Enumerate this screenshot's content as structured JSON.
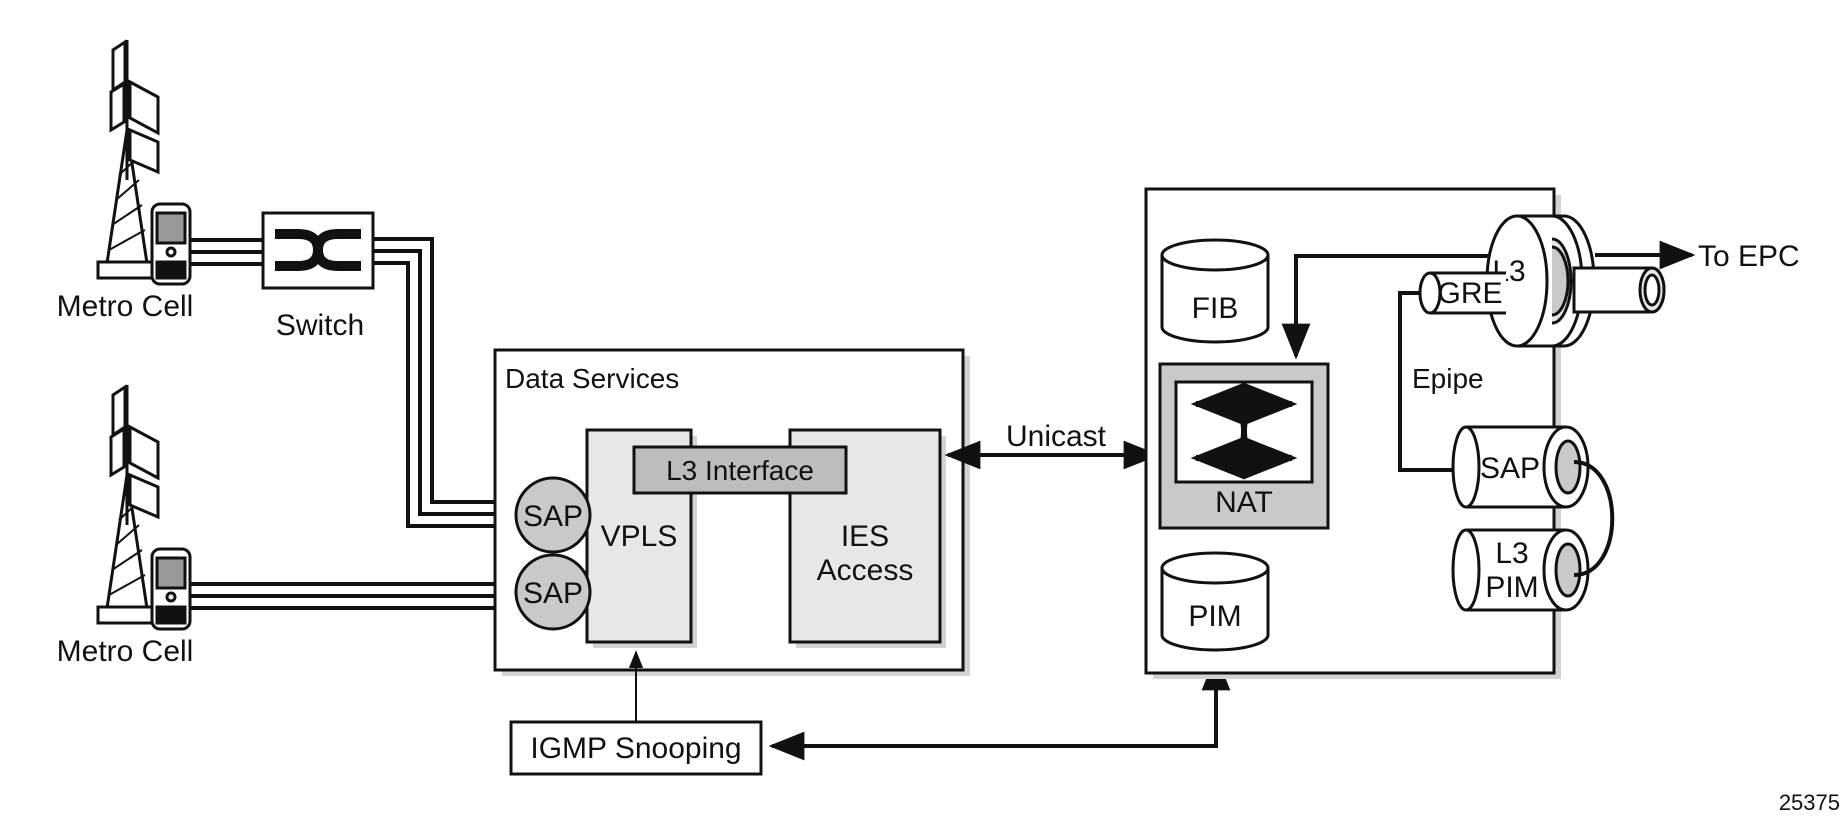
{
  "labels": {
    "metro_cell_top": "Metro Cell",
    "metro_cell_bottom": "Metro Cell",
    "switch": "Switch",
    "data_services": "Data Services",
    "sap_top": "SAP",
    "sap_bottom": "SAP",
    "vpls": "VPLS",
    "l3_interface": "L3 Interface",
    "ies_line1": "IES",
    "ies_line2": "Access",
    "unicast": "Unicast",
    "igmp_snooping": "IGMP Snooping",
    "fib": "FIB",
    "nat": "NAT",
    "pim": "PIM",
    "l3_tunnel": "L3",
    "gre": "GRE",
    "to_epc": "To EPC",
    "epipe": "Epipe",
    "sap_right": "SAP",
    "l3_pim_line1": "L3",
    "l3_pim_line2": "PIM",
    "figure_id": "25375"
  },
  "colors": {
    "line": "#111111",
    "component_fill": "#e6e7e8",
    "sap_fill": "#c8c9ca",
    "nat_outer_fill": "#c8c9ca",
    "label_box_fill": "#bcbdbf",
    "shadow": "#d3d3d3"
  },
  "icons": [
    "cell-tower-icon",
    "mobile-phone-icon",
    "switch-cross-arrows-icon",
    "nat-cross-arrows-icon",
    "database-cylinder-icon",
    "pipe-cylinder-icon"
  ]
}
